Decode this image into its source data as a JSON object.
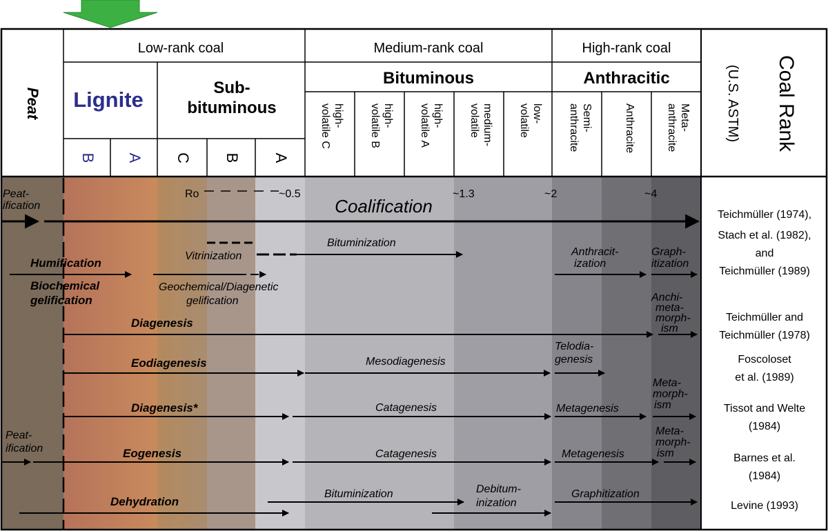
{
  "header": {
    "peat": "Peat",
    "coal_rank": "Coal Rank",
    "astm": "(U.S. ASTM)",
    "low_rank": "Low-rank coal",
    "medium_rank": "Medium-rank coal",
    "high_rank": "High-rank coal",
    "lignite": "Lignite",
    "sub_line1": "Sub-",
    "sub_line2": "bituminous",
    "bituminous": "Bituminous",
    "anthracitic": "Anthracitic",
    "letters": {
      "lig_b": "B",
      "lig_a": "A",
      "sub_c": "C",
      "sub_b": "B",
      "sub_a": "A"
    },
    "bituminous_cols": [
      {
        "l1": "high-",
        "l2": "volatile C"
      },
      {
        "l1": "high-",
        "l2": "volatile B"
      },
      {
        "l1": "high-",
        "l2": "volatile A"
      },
      {
        "l1": "medium-",
        "l2": "volatile"
      },
      {
        "l1": "low-",
        "l2": "volatile"
      }
    ],
    "anthracitic_cols": [
      {
        "l1": "Semi-",
        "l2": "anthracite"
      },
      {
        "l1": "Anthracite",
        "l2": ""
      },
      {
        "l1": "Meta-",
        "l2": "anthracite"
      }
    ]
  },
  "ro": {
    "label": "Ro",
    "v1": "~0.5",
    "v2": "~1.3",
    "v3": "~2",
    "v4": "~4"
  },
  "rows": {
    "r1": {
      "peatification_1": "Peat-",
      "peatification_2": "ification",
      "coalification": "Coalification"
    },
    "r2": {
      "humification": "Humification",
      "bio1": "Biochemical",
      "bio2": "gelification",
      "vitrinization": "Vitrinization",
      "geo1": "Geochemical/Diagenetic",
      "geo2": "gelification",
      "bituminization": "Bituminization",
      "anth1": "Anthracit-",
      "anth2": "ization",
      "graph1": "Graph-",
      "graph2": "itization"
    },
    "r3": {
      "diagenesis": "Diagenesis",
      "anchi1": "Anchi-",
      "anchi2": "meta-",
      "anchi3": "morph-",
      "anchi4": "ism"
    },
    "r4": {
      "eodiagenesis": "Eodiagenesis",
      "mesodiagenesis": "Mesodiagenesis",
      "telo1": "Telodia-",
      "telo2": "genesis"
    },
    "r5": {
      "diagenesis_star": "Diagenesis*",
      "catagenesis": "Catagenesis",
      "metagenesis": "Metagenesis",
      "meta1": "Meta-",
      "meta2": "morph-",
      "meta3": "ism"
    },
    "r6": {
      "peat1": "Peat-",
      "peat2": "ification",
      "eogenesis": "Eogenesis",
      "catagenesis": "Catagenesis",
      "metagenesis": "Metagenesis",
      "meta1": "Meta-",
      "meta2": "morph-",
      "meta3": "ism"
    },
    "r7": {
      "dehydration": "Dehydration",
      "bituminization": "Bituminization",
      "debit1": "Debitum-",
      "debit2": "inization",
      "graphitization": "Graphitization"
    }
  },
  "refs": {
    "r1a": "Teichmüller (1974),",
    "r1b": "Stach et al. (1982),",
    "r1c": "and",
    "r1d": "Teichmüller (1989)",
    "r2a": "Teichmüller and",
    "r2b": "Teichmüller (1978)",
    "r3a": "Foscoloset",
    "r3b": "et al. (1989)",
    "r4a": "Tissot and Welte",
    "r4b": "(1984)",
    "r5a": "Barnes et al.",
    "r5b": "(1984)",
    "r6a": "Levine (1993)"
  },
  "colors": {
    "peat_band": "#7a6a58",
    "lignite_band": "#c07a58",
    "subc_band": "#b08a64",
    "subb_band": "#a89484",
    "suba_band": "#c6c6ca",
    "hvc_band": "#b3b3b8",
    "med_band": "#9d9da3",
    "semi_band": "#85858b",
    "anth_band": "#6f6f74",
    "meta_band": "#5c5c61",
    "lignite_text": "#2b2e8c",
    "arrow_green": "#3cb043"
  }
}
